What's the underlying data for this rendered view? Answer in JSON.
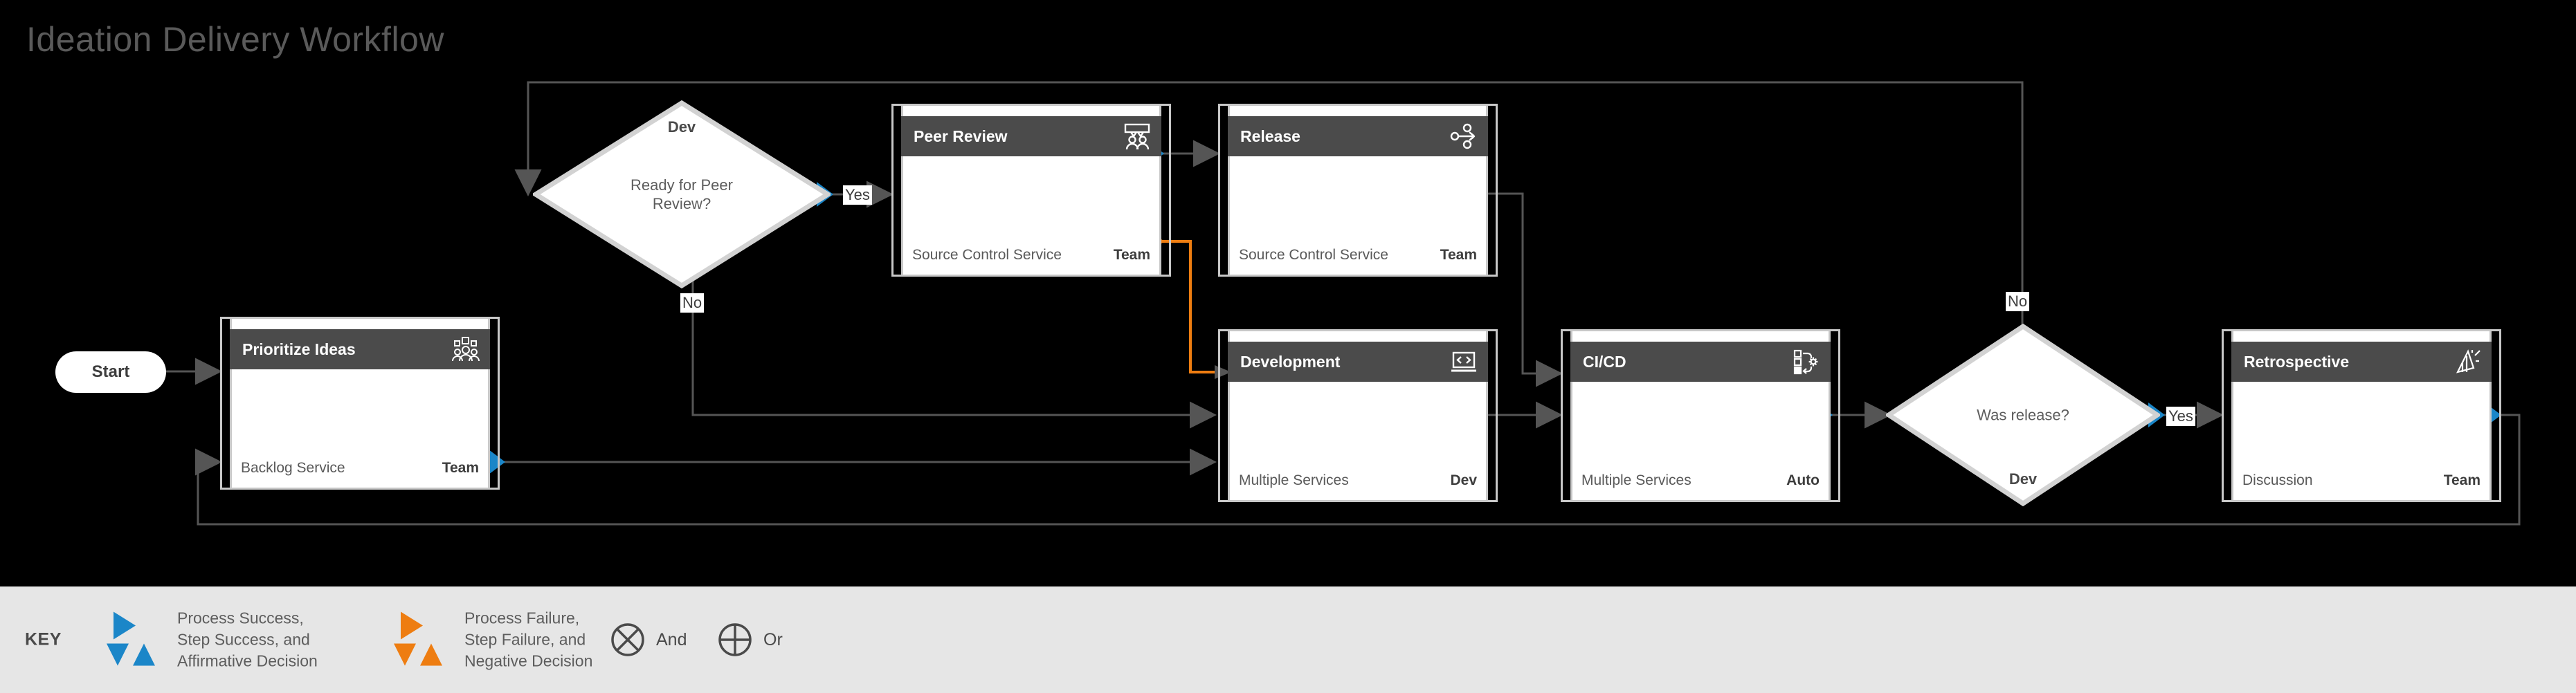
{
  "title": "Ideation Delivery Workflow",
  "colors": {
    "background": "#000000",
    "success_blue": "#1b86c8",
    "failure_orange": "#ee7d11",
    "card_header": "#4b4b4b",
    "card_border": "#c8c8c8",
    "connector_gray": "#555555",
    "key_background": "#e6e6e6",
    "title_gray": "#5a5a5a"
  },
  "start": {
    "label": "Start"
  },
  "cards": [
    {
      "id": "prioritize-ideas",
      "title": "Prioritize Ideas",
      "service": "Backlog Service",
      "role": "Team",
      "icon": "people-ideas-icon"
    },
    {
      "id": "peer-review",
      "title": "Peer Review",
      "service": "Source Control Service",
      "role": "Team",
      "icon": "peer-review-people-icon"
    },
    {
      "id": "release",
      "title": "Release",
      "service": "Source Control Service",
      "role": "Team",
      "icon": "branch-merge-icon"
    },
    {
      "id": "development",
      "title": "Development",
      "service": "Multiple Services",
      "role": "Dev",
      "icon": "code-laptop-icon"
    },
    {
      "id": "cicd",
      "title": "CI/CD",
      "service": "Multiple Services",
      "role": "Auto",
      "icon": "pipeline-gear-icon"
    },
    {
      "id": "retrospective",
      "title": "Retrospective",
      "service": "Discussion",
      "role": "Team",
      "icon": "flag-chart-icon"
    }
  ],
  "decisions": [
    {
      "id": "ready-for-peer-review",
      "text": "Ready for Peer\nReview?",
      "line1": "Ready for Peer",
      "line2": "Review?",
      "role": "Dev",
      "role_position": "top"
    },
    {
      "id": "was-release",
      "text": "Was release?",
      "line1": "Was release?",
      "line2": "",
      "role": "Dev",
      "role_position": "bottom"
    }
  ],
  "edge_labels": [
    {
      "id": "peer-review-yes",
      "text": "Yes"
    },
    {
      "id": "peer-review-no",
      "text": "No"
    },
    {
      "id": "was-release-no",
      "text": "No"
    },
    {
      "id": "was-release-yes",
      "text": "Yes"
    }
  ],
  "key": {
    "label": "KEY",
    "success": {
      "icon": "blue-triangles-icon",
      "line1": "Process Success,",
      "line2": "Step Success, and",
      "line3": "Affirmative Decision"
    },
    "failure": {
      "icon": "orange-triangles-icon",
      "line1": "Process Failure,",
      "line2": "Step Failure, and",
      "line3": "Negative Decision"
    },
    "and": {
      "icon": "circle-x-icon",
      "label": "And"
    },
    "or": {
      "icon": "circle-plus-icon",
      "label": "Or"
    }
  }
}
